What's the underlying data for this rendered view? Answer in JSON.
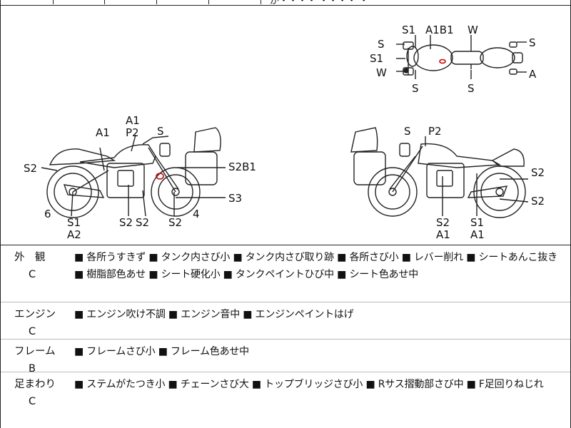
{
  "header": {
    "fragment": "が・・・・ ・・・・ ・"
  },
  "diagram": {
    "top_view": {
      "labels": [
        "S1",
        "A1B1",
        "W",
        "S",
        "S1",
        "W",
        "S",
        "S",
        "S",
        "A"
      ]
    },
    "left_side": {
      "labels": [
        "A1",
        "A1",
        "P2",
        "S",
        "S2",
        "S2B1",
        "S3",
        "6",
        "S1",
        "A2",
        "S2",
        "S2",
        "S2",
        "4"
      ]
    },
    "right_side": {
      "labels": [
        "S",
        "P2",
        "S2",
        "S2",
        "S2",
        "A1",
        "S1",
        "A1"
      ]
    }
  },
  "sections": [
    {
      "name": "外　観",
      "grade": "C",
      "text": "■ 各所うすきず ■ タンク内さび小 ■ タンク内さび取り跡 ■ 各所さび小 ■ レバー削れ ■ シートあんこ抜き ■ 樹脂部色あせ ■ シート硬化小 ■ タンクペイントひび中 ■ シート色あせ中"
    },
    {
      "name": "エンジン",
      "grade": "C",
      "text": "■ エンジン吹け不調 ■ エンジン音中 ■ エンジンペイントはげ"
    },
    {
      "name": "フレーム",
      "grade": "B",
      "text": "■ フレームさび小 ■ フレーム色あせ中"
    },
    {
      "name": "足まわり",
      "grade": "C",
      "text": "■ ステムがたつき小 ■ チェーンさび大 ■ トップブリッジさび小 ■ Rサス摺動部さび中 ■ F足回りねじれ"
    }
  ]
}
